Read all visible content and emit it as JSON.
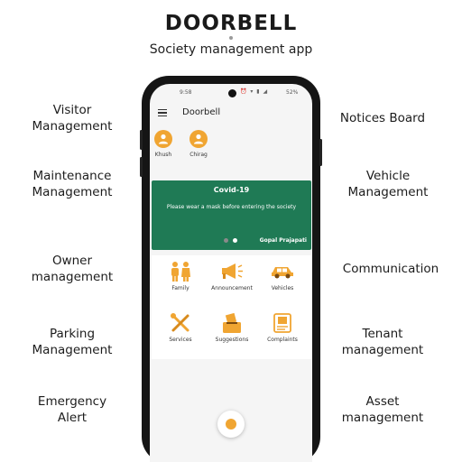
{
  "header": {
    "title": "DOORBELL",
    "subtitle": "Society management app"
  },
  "features": {
    "left": [
      {
        "line1": "Visitor",
        "line2": "Management"
      },
      {
        "line1": "Maintenance",
        "line2": "Management"
      },
      {
        "line1": "Owner",
        "line2": "management"
      },
      {
        "line1": "Parking",
        "line2": "Management"
      },
      {
        "line1": "Emergency",
        "line2": "Alert"
      }
    ],
    "right": [
      {
        "line1": "Notices Board",
        "line2": ""
      },
      {
        "line1": "Vehicle",
        "line2": "Management"
      },
      {
        "line1": "Communication",
        "line2": ""
      },
      {
        "line1": "Tenant",
        "line2": "management"
      },
      {
        "line1": "Asset",
        "line2": "management"
      }
    ]
  },
  "phone": {
    "status_bar": {
      "time": "9:58",
      "battery": "52%"
    },
    "app_bar": {
      "title": "Doorbell"
    },
    "members": [
      {
        "name": "Khush"
      },
      {
        "name": "Chirag"
      }
    ],
    "banner": {
      "title": "Covid-19",
      "message": "Please wear a mask before entering the society",
      "author": "Gopal Prajapati",
      "active_slide": 2,
      "total_slides": 2
    },
    "modules": [
      {
        "label": "Family",
        "icon": "family-icon"
      },
      {
        "label": "Announcement",
        "icon": "megaphone-icon"
      },
      {
        "label": "Vehicles",
        "icon": "car-icon"
      },
      {
        "label": "Services",
        "icon": "tools-icon"
      },
      {
        "label": "Suggestions",
        "icon": "ballot-box-icon"
      },
      {
        "label": "Complaints",
        "icon": "complaint-icon"
      }
    ],
    "fab": {
      "icon": "profile-icon"
    }
  },
  "colors": {
    "accent": "#f0a532",
    "banner_bg": "#1f7a55",
    "phone_body": "#151515"
  }
}
